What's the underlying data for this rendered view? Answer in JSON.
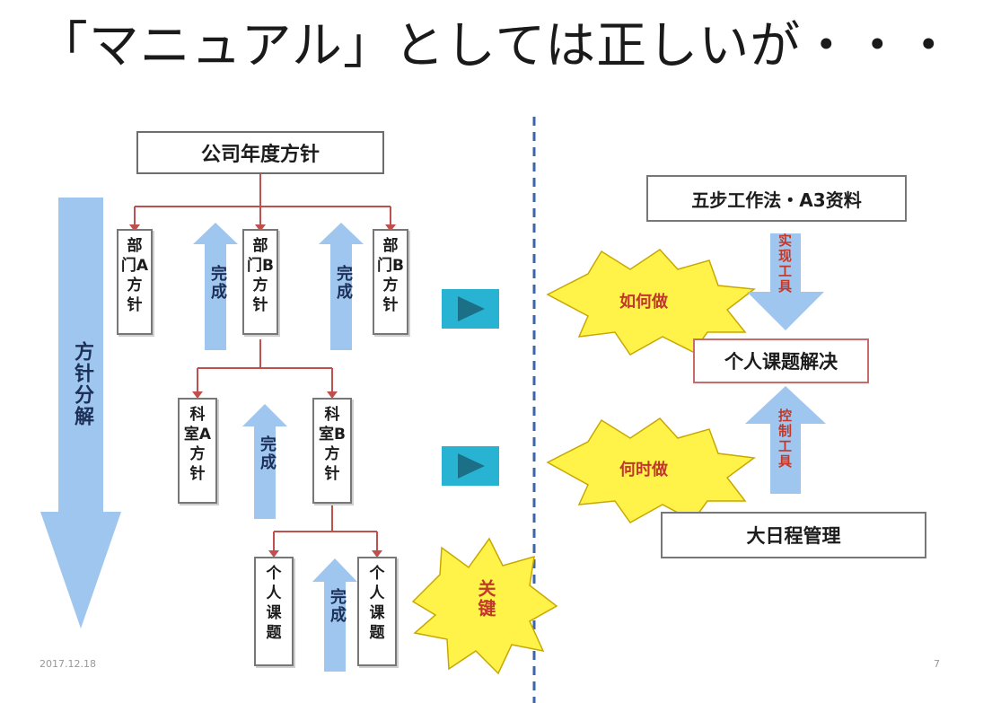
{
  "title": "「マニュアル」としては正しいが・・・",
  "left": {
    "top_box": "公司年度方针",
    "arrow_label": "方针分解",
    "dept_boxes": [
      "部\n门A\n方\n针",
      "部\n门B\n方\n针",
      "部\n门B\n方\n针"
    ],
    "section_boxes": [
      "科\n室A\n方\n针",
      "科\n室B\n方\n针"
    ],
    "personal_boxes": [
      "个\n人\n课\n题",
      "个\n人\n课\n题"
    ],
    "complete_label": "完成",
    "burst_key": "关键"
  },
  "right": {
    "top_box": "五步工作法・A3资料",
    "down_arrow_label": "实现工具",
    "center_box": "个人课题解决",
    "up_arrow_label": "控制工具",
    "bottom_box": "大日程管理",
    "burst_how": "如何做",
    "burst_when": "何时做"
  },
  "footer": {
    "date": "2017.12.18",
    "page": "7"
  },
  "colors": {
    "arrow_blue": "#9fc6ef",
    "connector_red": "#c0504d",
    "play_teal": "#29b3d3",
    "burst_yellow": "#fff34a",
    "burst_text": "#c0392b"
  }
}
